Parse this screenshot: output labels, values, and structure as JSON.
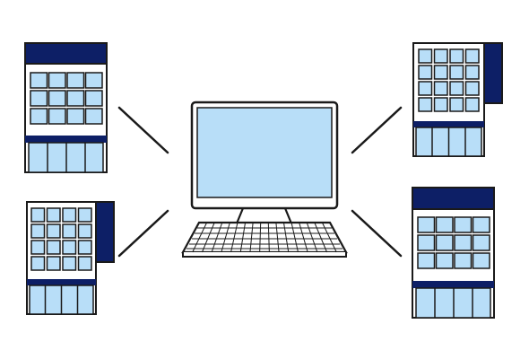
{
  "illustration": {
    "colors": {
      "background": "#ffffff",
      "outline": "#1a1a1a",
      "navy": "#0d1f66",
      "light_blue": "#b8def8",
      "white": "#ffffff"
    },
    "computer": {
      "icon": "desktop-computer-icon",
      "parts": [
        "monitor-icon",
        "keyboard-icon"
      ]
    },
    "buildings": [
      {
        "icon": "office-building-icon",
        "position": "top-left"
      },
      {
        "icon": "office-building-icon",
        "position": "bottom-left"
      },
      {
        "icon": "office-building-icon",
        "position": "top-right"
      },
      {
        "icon": "office-building-icon",
        "position": "bottom-right"
      }
    ],
    "connections": 4
  }
}
